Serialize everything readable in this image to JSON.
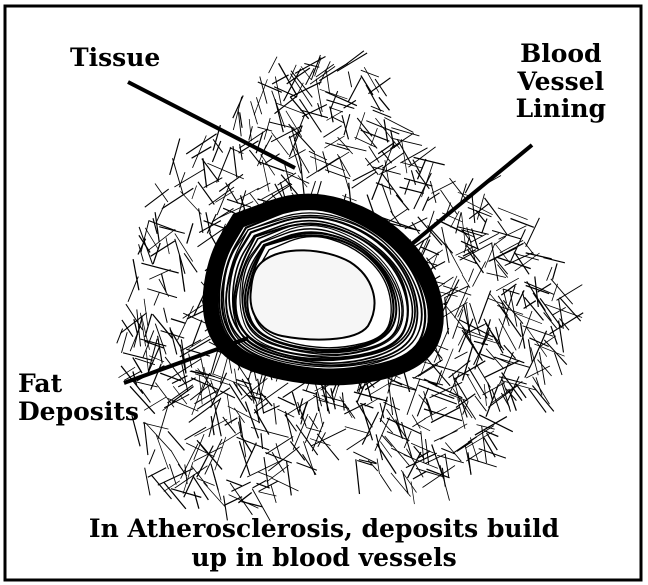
{
  "labels": {
    "tissue": "Tissue",
    "vessel_line1": "Blood",
    "vessel_line2": "Vessel",
    "vessel_line3": "Lining",
    "fat_line1": "Fat",
    "fat_line2": "Deposits"
  },
  "caption": {
    "line1": "In Atherosclerosis, deposits build",
    "line2": "up in blood vessels"
  },
  "colors": {
    "ink": "#000000",
    "paper": "#ffffff",
    "lumen": "#f4f4f4"
  }
}
